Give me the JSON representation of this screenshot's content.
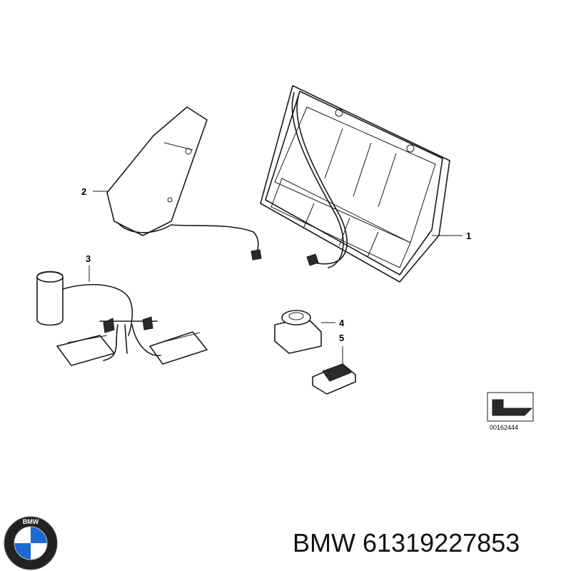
{
  "callouts": [
    "1",
    "2",
    "3",
    "4",
    "5"
  ],
  "diagram_ref": "00162444",
  "footer": {
    "brand": "BMW",
    "part_number": "61319227853",
    "logo_text": "BMW"
  },
  "colors": {
    "line": "#1a1a1a",
    "logo_blue": "#1c69d4",
    "logo_ring": "#222222"
  }
}
